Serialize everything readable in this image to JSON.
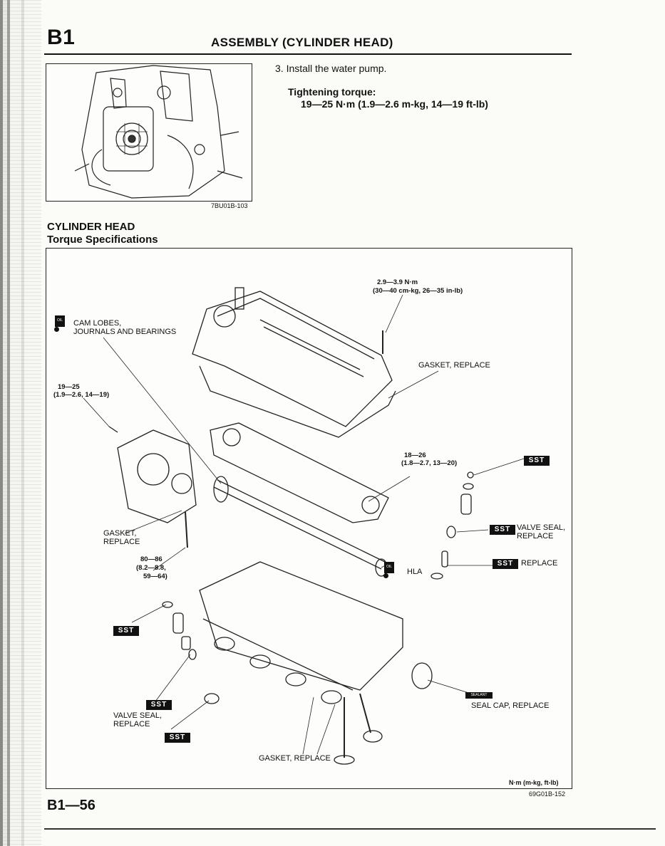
{
  "header": {
    "section_code": "B1",
    "title": "ASSEMBLY (CYLINDER HEAD)"
  },
  "step": {
    "text": "3. Install the water pump.",
    "torque_label": "Tightening torque:",
    "torque_value": "19—25 N·m (1.9—2.6 m-kg, 14—19 ft-lb)",
    "figure_code": "7BU01B-103"
  },
  "section": {
    "heading": "CYLINDER HEAD",
    "subheading": "Torque Specifications"
  },
  "diagram": {
    "callouts": {
      "cover_bolt_torque_1": "2.9—3.9 N·m",
      "cover_bolt_torque_2": "(30—40 cm-kg, 26—35 in-lb)",
      "cam_lobes_1": "CAM LOBES,",
      "cam_lobes_2": "JOURNALS AND BEARINGS",
      "gasket_top": "GASKET, REPLACE",
      "pump_torque_1": "19—25",
      "pump_torque_2": "(1.9—2.6, 14—19)",
      "rocker_torque_1": "18—26",
      "rocker_torque_2": "(1.8—2.7, 13—20)",
      "valve_seal_right_1": "VALVE SEAL,",
      "valve_seal_right_2": "REPLACE",
      "gasket_left_1": "GASKET,",
      "gasket_left_2": "REPLACE",
      "head_bolt_torque_1": "80—86",
      "head_bolt_torque_2": "(8.2—8.8,",
      "head_bolt_torque_3": "59—64)",
      "hla": "HLA",
      "replace_right": "REPLACE",
      "seal_cap": "SEAL CAP, REPLACE",
      "valve_seal_left_1": "VALVE SEAL,",
      "valve_seal_left_2": "REPLACE",
      "gasket_bottom": "GASKET, REPLACE"
    },
    "badges": {
      "sst": "SST",
      "oil": "OIL",
      "sealant": "SEALANT"
    },
    "units_note": "N·m (m-kg, ft-lb)",
    "figure_code": "69G01B-152"
  },
  "footer": {
    "page_number": "B1—56"
  }
}
